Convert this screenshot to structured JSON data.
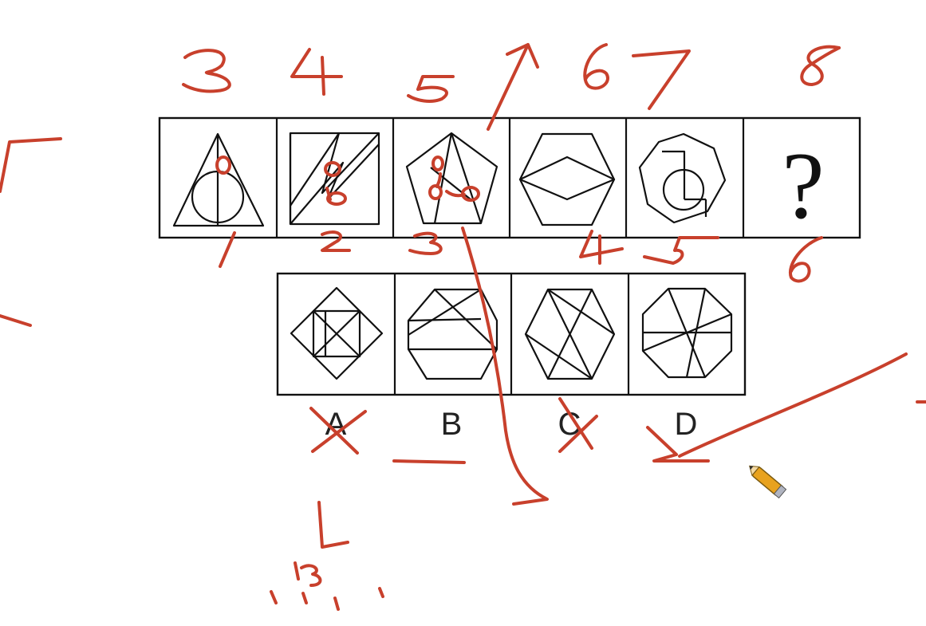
{
  "question_mark": "?",
  "options": [
    {
      "letter": "A"
    },
    {
      "letter": "B"
    },
    {
      "letter": "C"
    },
    {
      "letter": "D"
    }
  ],
  "colors": {
    "ink": "#c8402c",
    "figure": "#111111",
    "background": "#ffffff"
  },
  "icons": [
    "pencil-cursor-icon"
  ]
}
